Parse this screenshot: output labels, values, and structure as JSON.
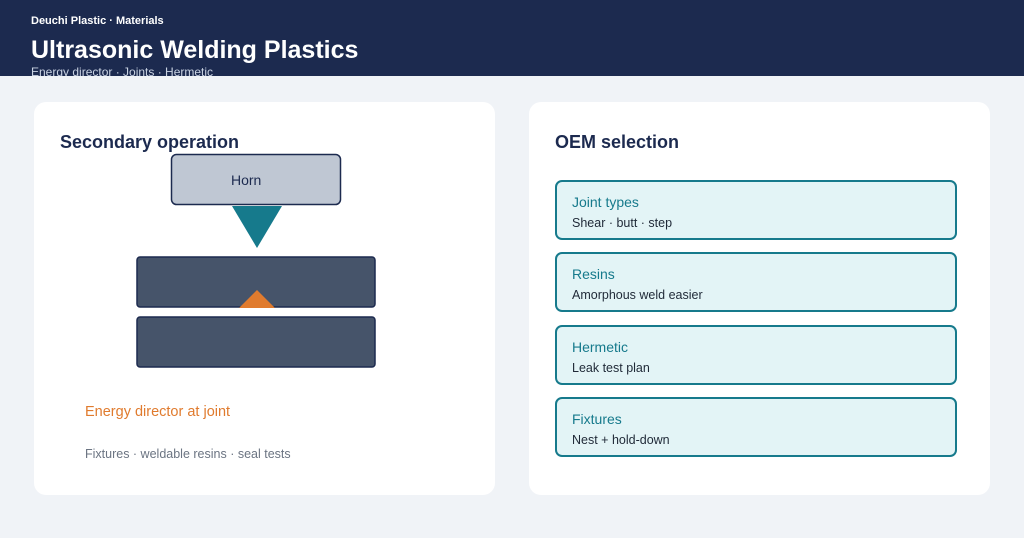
{
  "header": {
    "brand": "Deuchi Plastic · Materials",
    "title": "Ultrasonic Welding Plastics",
    "subtitle": "Energy director · Joints · Hermetic"
  },
  "left_card": {
    "title": "Secondary operation",
    "horn_label": "Horn",
    "energy_label": "Energy director at joint",
    "footnote": "Fixtures · weldable resins · seal tests"
  },
  "right_card": {
    "title": "OEM selection",
    "options": [
      {
        "title": "Joint types",
        "detail": "Shear · butt · step"
      },
      {
        "title": "Resins",
        "detail": "Amorphous weld easier"
      },
      {
        "title": "Hermetic",
        "detail": "Leak test plan"
      },
      {
        "title": "Fixtures",
        "detail": "Nest + hold-down"
      }
    ]
  },
  "colors": {
    "header_bg": "#1c2a4f",
    "horn_fill": "#bfc7d3",
    "sonotrode": "#167a8c",
    "part_fill": "#46546a",
    "energy_director": "#e07b2e",
    "option_fill": "#e3f4f6"
  }
}
